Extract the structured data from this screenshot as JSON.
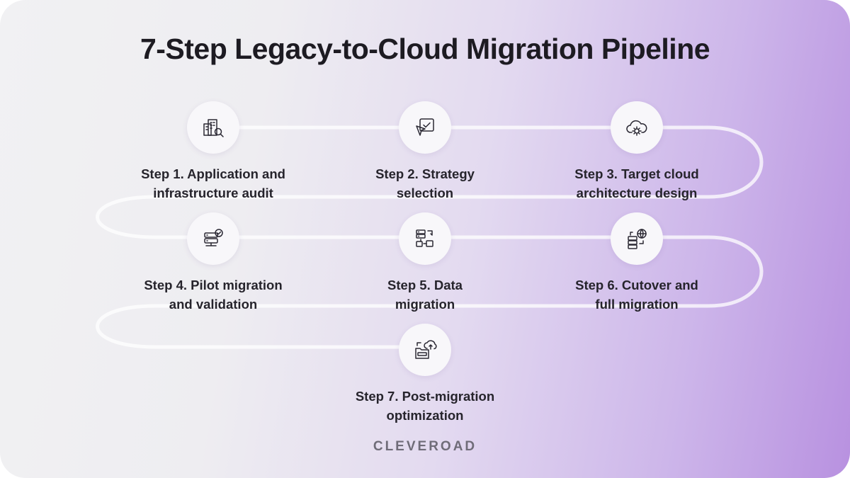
{
  "title": "7-Step Legacy-to-Cloud Migration Pipeline",
  "steps": [
    {
      "label": "Step 1. Application and\ninfrastructure audit",
      "icon": "building-search-icon"
    },
    {
      "label": "Step 2. Strategy\nselection",
      "icon": "cursor-check-icon"
    },
    {
      "label": "Step 3. Target cloud\narchitecture design",
      "icon": "cloud-settings-icon"
    },
    {
      "label": "Step 4. Pilot migration\nand validation",
      "icon": "server-check-icon"
    },
    {
      "label": "Step 5. Data\nmigration",
      "icon": "server-transfer-icon"
    },
    {
      "label": "Step 6. Cutover and\nfull migration",
      "icon": "server-globe-icon"
    },
    {
      "label": "Step 7. Post-migration\noptimization",
      "icon": "folder-cloud-upload-icon"
    }
  ],
  "brand": "CLEVEROAD",
  "colors": {
    "title": "#1d1b22",
    "track": "#ffffff",
    "gradient_end": "#b891e0"
  }
}
